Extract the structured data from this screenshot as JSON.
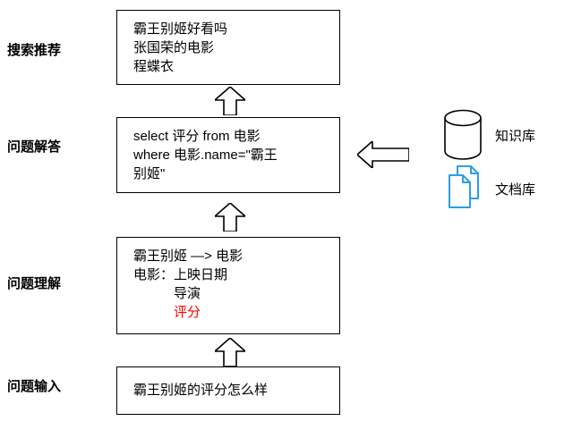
{
  "diagram": {
    "stages": [
      "搜索推荐",
      "问题解答",
      "问题理解",
      "问题输入"
    ],
    "recommend_box": {
      "lines": [
        "霸王别姬好看吗",
        "张国荣的电影",
        "程蝶衣"
      ]
    },
    "answer_box": {
      "lines": [
        "select 评分 from 电影",
        "where 电影.name=\"霸王",
        "别姬\""
      ]
    },
    "understand_box": {
      "lines": [
        "霸王别姬 —> 电影",
        "电影：上映日期",
        "导演",
        "评分"
      ]
    },
    "input_box": {
      "text": "霸王别姬的评分怎么样"
    },
    "sources": {
      "knowledge_base_label": "知识库",
      "document_base_label": "文档库"
    },
    "colors": {
      "highlight_red": "#ff0000",
      "document_icon_blue": "#2b9fe0",
      "outline_black": "#000000"
    }
  }
}
